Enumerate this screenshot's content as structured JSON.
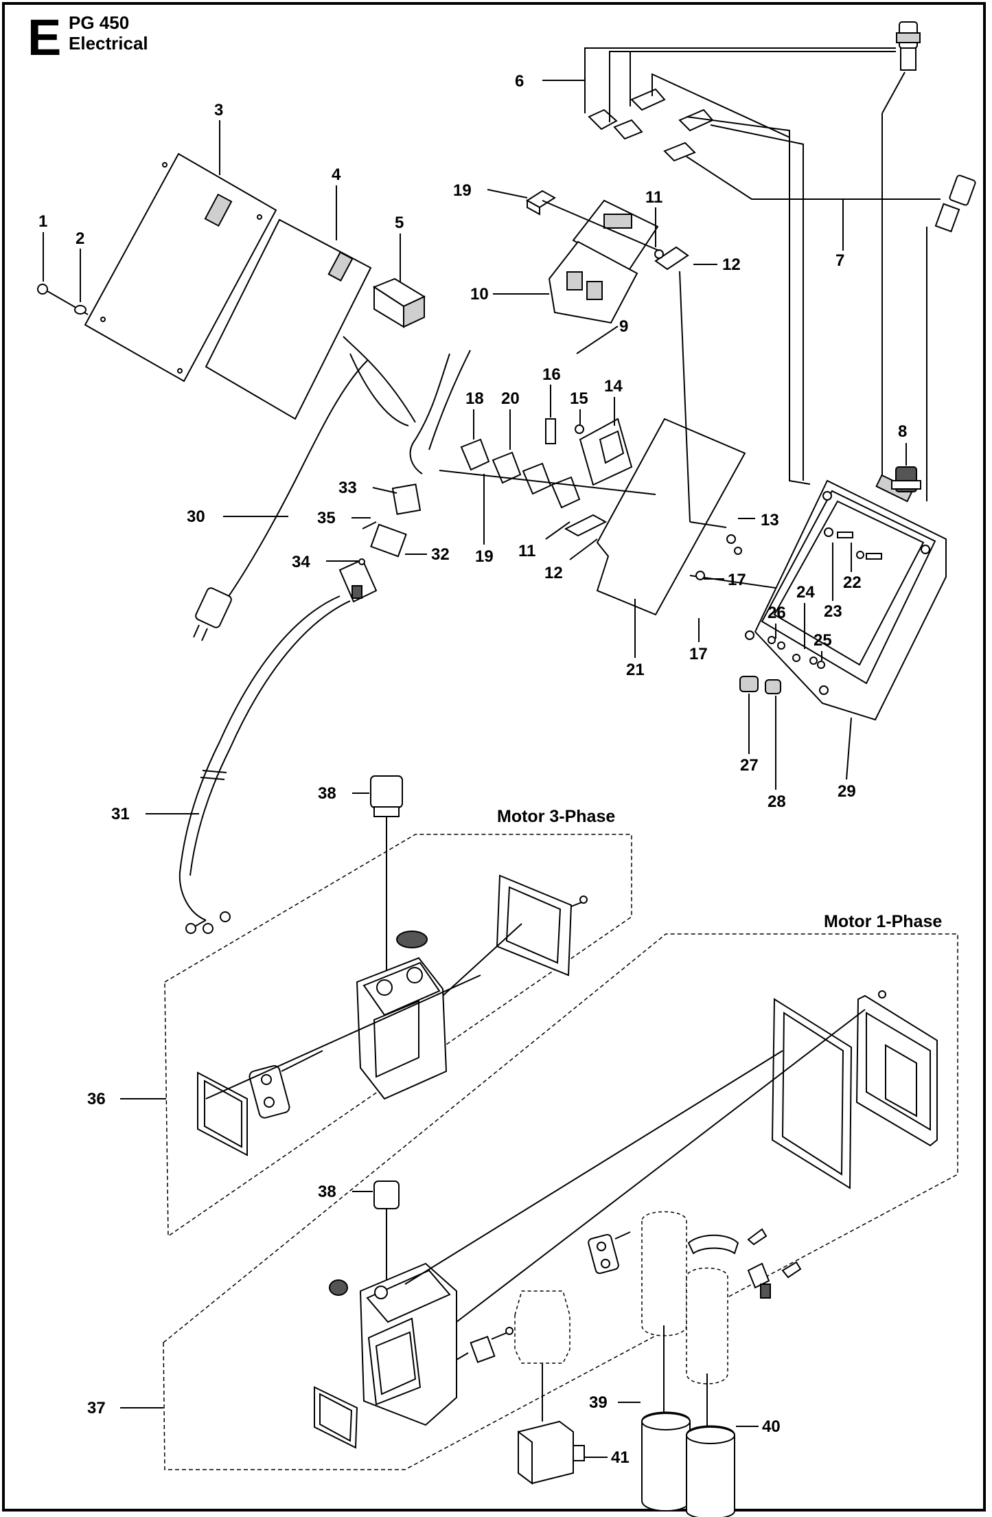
{
  "header": {
    "section": "E",
    "model": "PG 450",
    "title": "Electrical"
  },
  "groups": {
    "three_phase": "Motor 3-Phase",
    "one_phase": "Motor 1-Phase"
  },
  "callouts": [
    "1",
    "2",
    "3",
    "4",
    "5",
    "6",
    "7",
    "8",
    "9",
    "10",
    "11",
    "11",
    "12",
    "12",
    "13",
    "14",
    "15",
    "16",
    "17",
    "17",
    "18",
    "19",
    "19",
    "20",
    "21",
    "22",
    "23",
    "24",
    "25",
    "26",
    "27",
    "28",
    "29",
    "30",
    "31",
    "32",
    "33",
    "34",
    "35",
    "36",
    "37",
    "38",
    "38",
    "39",
    "40",
    "41"
  ]
}
